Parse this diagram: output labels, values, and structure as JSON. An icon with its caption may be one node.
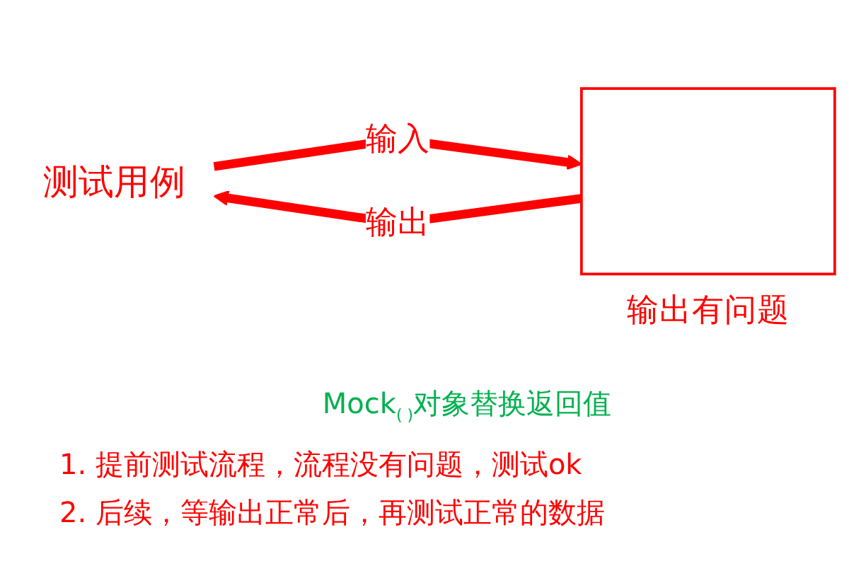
{
  "diagram": {
    "nodes": [
      {
        "text": [
          "测试用例"
        ]
      },
      {
        "text": [],
        "shape": "box",
        "beside": [
          "输出有问题"
        ]
      }
    ],
    "edges": [
      {
        "from": 0,
        "to": 1,
        "arrow": "to",
        "label": "输入"
      },
      {
        "from": 1,
        "to": 0,
        "arrow": "to",
        "label": "输出"
      }
    ],
    "labels": [
      "Mock$_{( )}$对象替换返回值",
      "1. 提前测试流程，流程没有问题，测试ok",
      "2. 后续，等输出正常后，再测试正常的数据"
    ]
  }
}
